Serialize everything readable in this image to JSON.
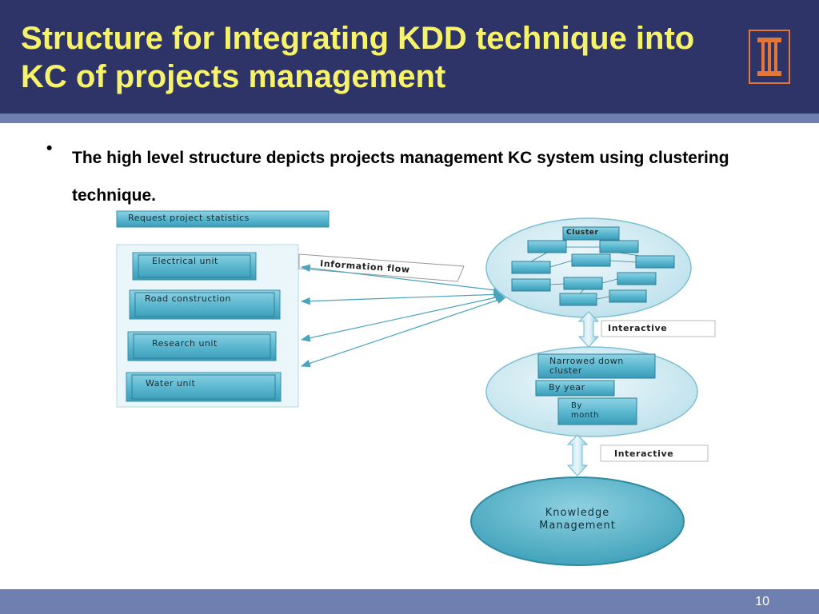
{
  "slide": {
    "title": "Structure for Integrating KDD technique into KC of projects management",
    "bullet_marker": "•",
    "bullet_text": "The high level structure depicts projects management KC system using clustering technique.",
    "page_number": "10",
    "colors": {
      "header": "#2f3468",
      "title": "#f6f36a",
      "stripe": "#6f7fb0",
      "logo_border": "#e2773a",
      "box": "#5cb8d0",
      "ellipse_light": "#d8eef5",
      "km_ellipse": "#5ab4cc"
    },
    "logo_icon": "university-column-logo-icon"
  },
  "diagram": {
    "request_box": "Request project statistics",
    "units": [
      "Electrical unit",
      "Road construction",
      "Research unit",
      "Water unit"
    ],
    "information_flow": "Information flow",
    "cluster_label": "Cluster",
    "interactive_1": "Interactive",
    "interactive_2": "Interactive",
    "narrowed_cluster": "Narrowed down cluster",
    "by_year": "By year",
    "by_month": "By month",
    "knowledge_management": "Knowledge Management"
  }
}
